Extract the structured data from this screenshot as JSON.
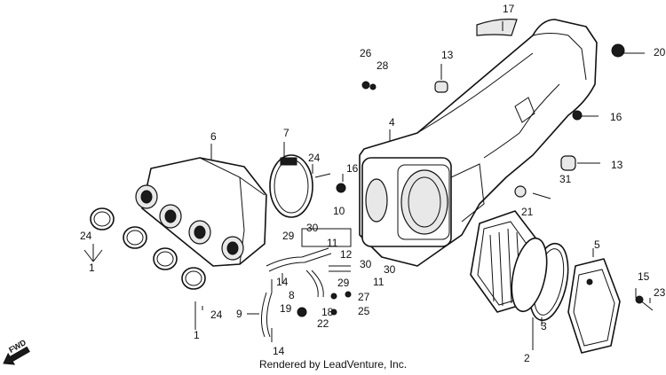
{
  "callouts": [
    "1",
    "1",
    "2",
    "3",
    "4",
    "5",
    "6",
    "7",
    "8",
    "9",
    "10",
    "11",
    "11",
    "12",
    "13",
    "13",
    "14",
    "14",
    "15",
    "16",
    "16",
    "17",
    "18",
    "19",
    "20",
    "21",
    "22",
    "23",
    "24",
    "24",
    "24",
    "25",
    "26",
    "27",
    "28",
    "29",
    "29",
    "30",
    "30",
    "30",
    "31"
  ],
  "fwd_label": "FWD",
  "credit": "Rendered by LeadVenture, Inc."
}
